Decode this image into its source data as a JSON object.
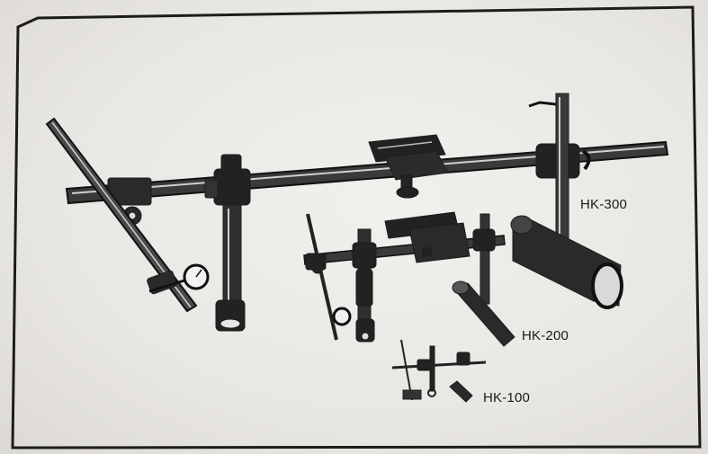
{
  "labels": {
    "hk300": "HK-300",
    "hk200": "HK-200",
    "hk100": "HK-100"
  },
  "colors": {
    "ink": "#1c1c1c",
    "paper": "#eceae6"
  }
}
